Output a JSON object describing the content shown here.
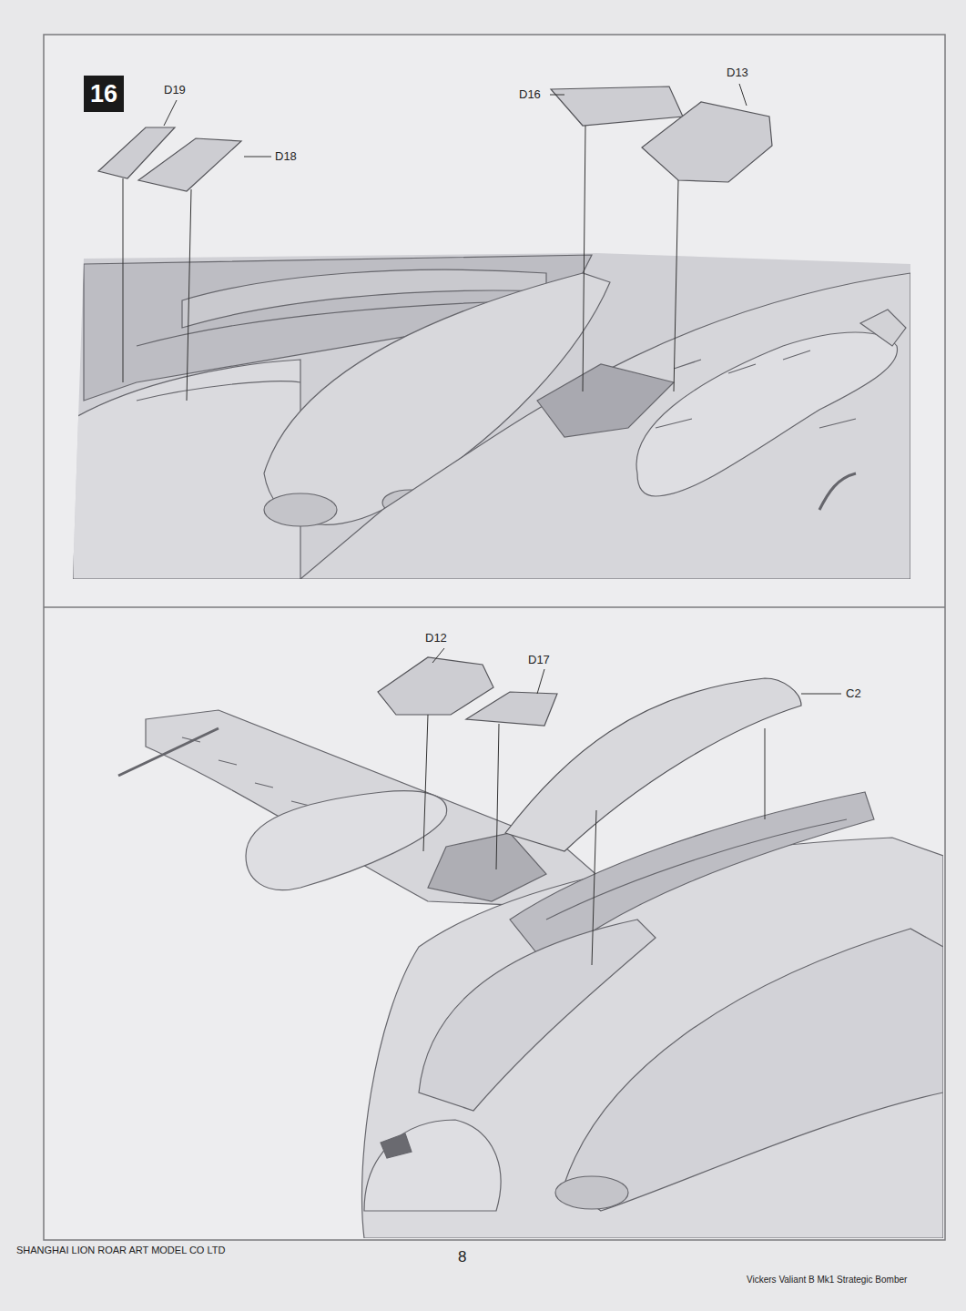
{
  "diagram": {
    "nodes": [
      {
        "text": [
          "16"
        ]
      }
    ],
    "labels": [
      "D19",
      "D18",
      "D16",
      "D13",
      "D12",
      "D17",
      "C2",
      "SHANGHAI LION ROAR ART MODEL CO LTD",
      "8",
      "Vickers Valiant B Mk1 Strategic Bomber"
    ]
  }
}
